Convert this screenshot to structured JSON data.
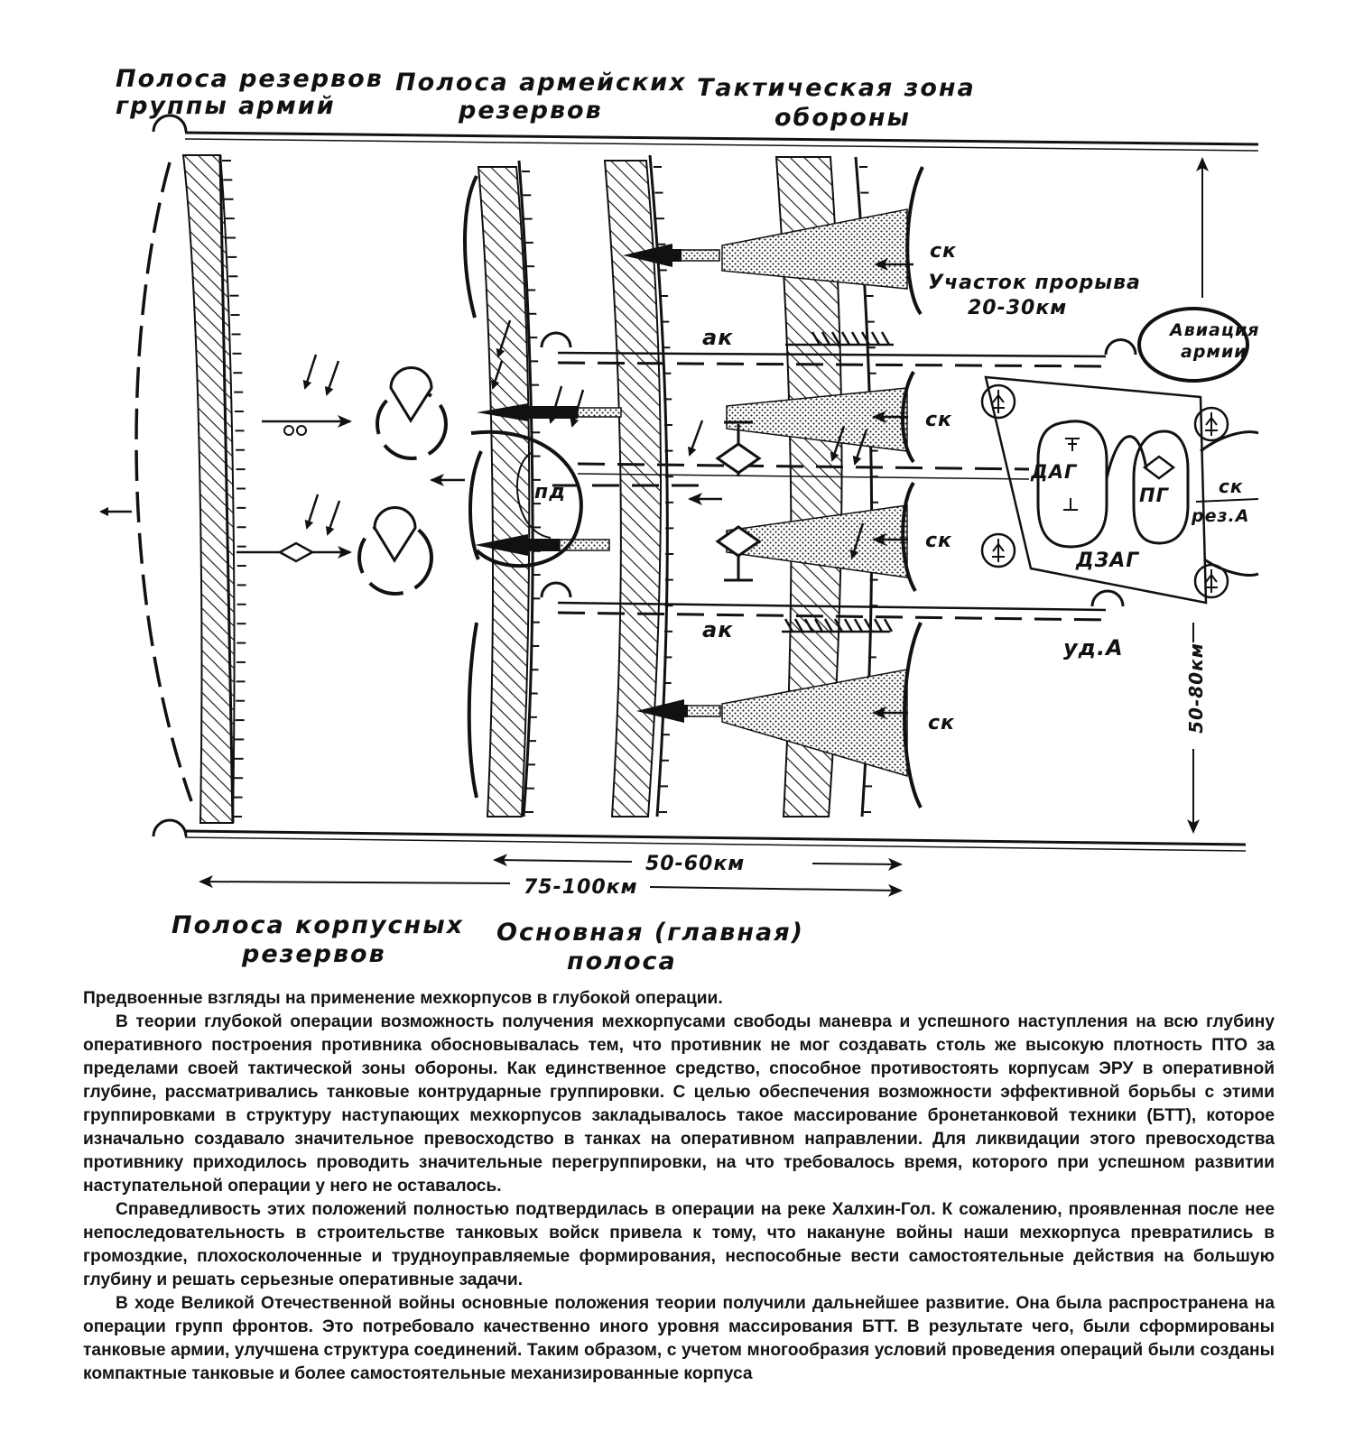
{
  "diagram": {
    "label_army_group_reserves": [
      "Полоса резервов",
      "группы армий"
    ],
    "label_army_reserves": [
      "Полоса армейских",
      "резервов"
    ],
    "label_tactical_zone": [
      "Тактическая зона",
      "обороны"
    ],
    "label_corps_reserves": [
      "Полоса корпусных",
      "резервов"
    ],
    "label_main_belt": [
      "Основная (главная)",
      "полоса"
    ],
    "label_breakthrough": [
      "Участок прорыва",
      "20-30км"
    ],
    "label_aviation": [
      "Авиация",
      "армии"
    ],
    "unit_sk": "ск",
    "unit_ak": "ак",
    "unit_pd": "пд",
    "unit_dag": "ДАГ",
    "unit_pg": "ПГ",
    "unit_dzag": "ДЗАГ",
    "unit_rez_a": "рез.А",
    "unit_ud_a": "уд.А",
    "dim_front_width": "50-80км",
    "dim_depth_main": "50-60км",
    "dim_depth_total": "75-100км"
  },
  "caption": {
    "title": "Предвоенные взгляды на применение мехкорпусов в глубокой операции.",
    "p1": "В теории глубокой операции возможность получения мехкорпусами свободы маневра и успешного наступления на всю глубину оперативного построения противника обосновывалась тем, что противник не мог создавать столь же высокую плотность ПТО за пределами своей тактической зоны обороны. Как единственное средство, способное противостоять корпусам ЭРУ в оперативной глубине, рассматривались танковые контрударные группировки. С целью обеспечения возможности эффективной борьбы с этими группировками в структуру наступающих мехкорпусов закладывалось такое массирование бронетанковой техники (БТТ), которое изначально создавало значительное превосходство в танках на оперативном направлении. Для ликвидации этого превосходства противнику приходилось проводить значительные перегруппировки, на что требовалось время, которого при успешном развитии наступательной операции у него не оставалось.",
    "p2": "Справедливость этих положений полностью подтвердилась в операции на реке Халхин-Гол. К сожалению, проявленная после нее непоследовательность в строительстве танковых войск привела к тому, что накануне войны наши мехкорпуса превратились в громоздкие, плохосколоченные и трудноуправляемые формирования, неспособные вести самостоятельные действия на большую глубину и решать серьезные оперативные задачи.",
    "p3": "В ходе Великой Отечественной войны основные положения теории получили дальнейшее развитие. Она была распространена на операции групп фронтов. Это потребовало качественно иного уровня массирования БТТ. В результате чего, были сформированы танковые армии, улучшена структура соединений. Таким образом, с учетом многообразия условий проведения операций были созданы компактные танковые и более самостоятельные механизированные корпуса"
  }
}
